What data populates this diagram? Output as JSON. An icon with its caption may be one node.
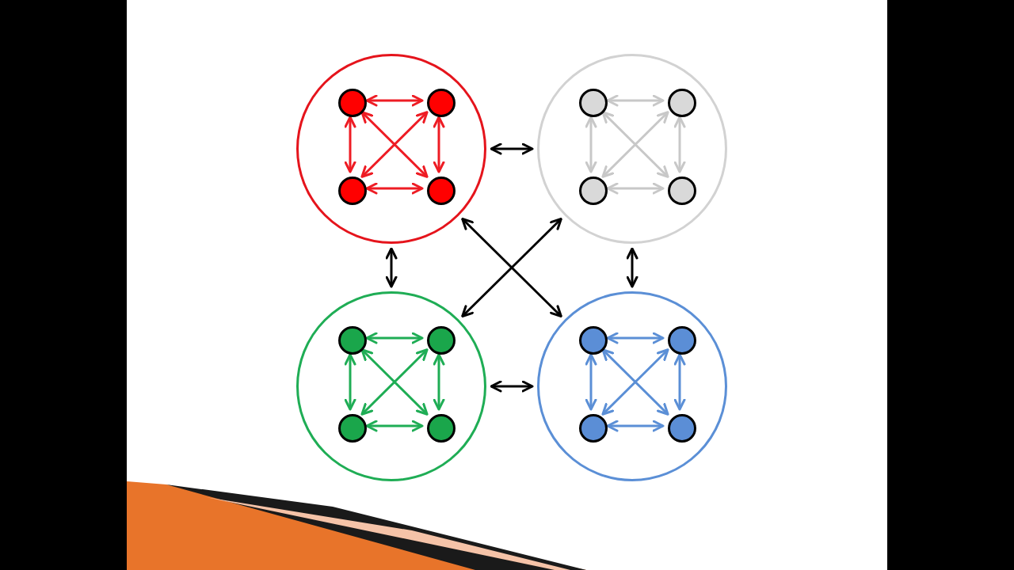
{
  "diagram": {
    "nodes": [
      {
        "text": [],
        "shape": "circle"
      },
      {
        "text": [],
        "shape": "circle",
        "in": 0
      },
      {
        "text": [],
        "shape": "circle",
        "in": 0
      },
      {
        "text": [],
        "shape": "circle",
        "in": 0
      },
      {
        "text": [],
        "shape": "circle",
        "in": 0
      },
      {
        "text": [],
        "shape": "circle"
      },
      {
        "text": [],
        "shape": "circle",
        "in": 5
      },
      {
        "text": [],
        "shape": "circle",
        "in": 5
      },
      {
        "text": [],
        "shape": "circle",
        "in": 5
      },
      {
        "text": [],
        "shape": "circle",
        "in": 5
      },
      {
        "text": [],
        "shape": "circle"
      },
      {
        "text": [],
        "shape": "circle",
        "in": 10
      },
      {
        "text": [],
        "shape": "circle",
        "in": 10
      },
      {
        "text": [],
        "shape": "circle",
        "in": 10
      },
      {
        "text": [],
        "shape": "circle",
        "in": 10
      },
      {
        "text": [],
        "shape": "circle"
      },
      {
        "text": [],
        "shape": "circle",
        "in": 15
      },
      {
        "text": [],
        "shape": "circle",
        "in": 15
      },
      {
        "text": [],
        "shape": "circle",
        "in": 15
      },
      {
        "text": [],
        "shape": "circle",
        "in": 15
      }
    ],
    "edges": [
      {
        "from": 1,
        "to": 2,
        "arrow": "both",
        "color": "#ee1c24"
      },
      {
        "from": 3,
        "to": 4,
        "arrow": "both",
        "color": "#ee1c24"
      },
      {
        "from": 1,
        "to": 3,
        "arrow": "both",
        "color": "#ee1c24"
      },
      {
        "from": 2,
        "to": 4,
        "arrow": "both",
        "color": "#ee1c24"
      },
      {
        "from": 1,
        "to": 4,
        "arrow": "both",
        "color": "#ee1c24"
      },
      {
        "from": 2,
        "to": 3,
        "arrow": "both",
        "color": "#ee1c24"
      },
      {
        "from": 6,
        "to": 7,
        "arrow": "both",
        "color": "#c8c8c8"
      },
      {
        "from": 8,
        "to": 9,
        "arrow": "both",
        "color": "#c8c8c8"
      },
      {
        "from": 6,
        "to": 8,
        "arrow": "both",
        "color": "#c8c8c8"
      },
      {
        "from": 7,
        "to": 9,
        "arrow": "both",
        "color": "#c8c8c8"
      },
      {
        "from": 6,
        "to": 9,
        "arrow": "both",
        "color": "#c8c8c8"
      },
      {
        "from": 7,
        "to": 8,
        "arrow": "both",
        "color": "#c8c8c8"
      },
      {
        "from": 11,
        "to": 12,
        "arrow": "both",
        "color": "#1fad55"
      },
      {
        "from": 13,
        "to": 14,
        "arrow": "both",
        "color": "#1fad55"
      },
      {
        "from": 11,
        "to": 13,
        "arrow": "both",
        "color": "#1fad55"
      },
      {
        "from": 12,
        "to": 14,
        "arrow": "both",
        "color": "#1fad55"
      },
      {
        "from": 11,
        "to": 14,
        "arrow": "both",
        "color": "#1fad55"
      },
      {
        "from": 12,
        "to": 13,
        "arrow": "both",
        "color": "#1fad55"
      },
      {
        "from": 16,
        "to": 17,
        "arrow": "both",
        "color": "#5b8fd6"
      },
      {
        "from": 18,
        "to": 19,
        "arrow": "both",
        "color": "#5b8fd6"
      },
      {
        "from": 16,
        "to": 18,
        "arrow": "both",
        "color": "#5b8fd6"
      },
      {
        "from": 17,
        "to": 19,
        "arrow": "both",
        "color": "#5b8fd6"
      },
      {
        "from": 16,
        "to": 19,
        "arrow": "both",
        "color": "#5b8fd6"
      },
      {
        "from": 17,
        "to": 18,
        "arrow": "both",
        "color": "#5b8fd6"
      },
      {
        "from": 0,
        "to": 5,
        "arrow": "both",
        "color": "#000000"
      },
      {
        "from": 0,
        "to": 10,
        "arrow": "both",
        "color": "#000000"
      },
      {
        "from": 5,
        "to": 15,
        "arrow": "both",
        "color": "#000000"
      },
      {
        "from": 10,
        "to": 15,
        "arrow": "both",
        "color": "#000000"
      },
      {
        "from": 0,
        "to": 15,
        "arrow": "both",
        "color": "#000000"
      },
      {
        "from": 5,
        "to": 10,
        "arrow": "both",
        "color": "#000000"
      }
    ]
  }
}
